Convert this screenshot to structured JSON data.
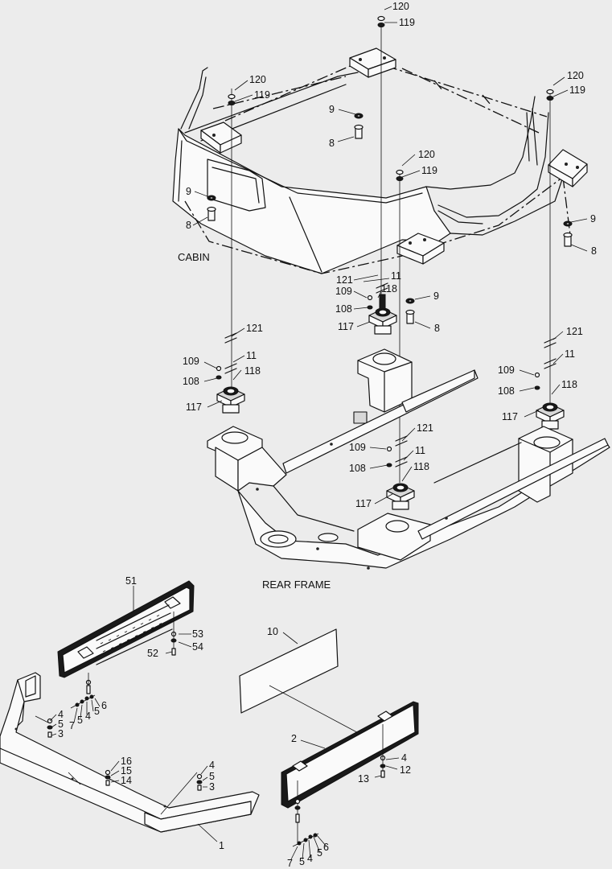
{
  "labels": {
    "cabin": "CABIN",
    "rear_frame": "REAR FRAME"
  },
  "callouts": {
    "c120a": "120",
    "c119a": "119",
    "c120b": "120",
    "c119b": "119",
    "c120c": "120",
    "c119c": "119",
    "c120d": "120",
    "c119d": "119",
    "c9a": "9",
    "c8a": "8",
    "c9b": "9",
    "c8b": "8",
    "c9c": "9",
    "c8c": "8",
    "c9d": "9",
    "c8d": "8",
    "c121a": "121",
    "c11a": "11",
    "c109a": "109",
    "c118a": "118",
    "c108a": "108",
    "c117a": "117",
    "c121b": "121",
    "c11b": "11",
    "c109b": "109",
    "c118b": "118",
    "c108b": "108",
    "c117b": "117",
    "c121c": "121",
    "c11c": "11",
    "c109c": "109",
    "c118c": "118",
    "c108c": "108",
    "c117c": "117",
    "c121d": "121",
    "c11d": "11",
    "c109d": "109",
    "c118d": "118",
    "c108d": "108",
    "c117d": "117",
    "c51": "51",
    "c53": "53",
    "c54": "54",
    "c52": "52",
    "c10": "10",
    "c4a": "4",
    "c5a": "5",
    "c3a": "3",
    "c7a": "7",
    "c5b": "5",
    "c4b": "4",
    "c5c": "5",
    "c6a": "6",
    "c16": "16",
    "c15": "15",
    "c14": "14",
    "c4c": "4",
    "c5d": "5",
    "c3b": "3",
    "c2": "2",
    "c4d": "4",
    "c12": "12",
    "c13": "13",
    "c1": "1",
    "c7b": "7",
    "c5e": "5",
    "c4e": "4",
    "c5f": "5",
    "c6b": "6"
  }
}
